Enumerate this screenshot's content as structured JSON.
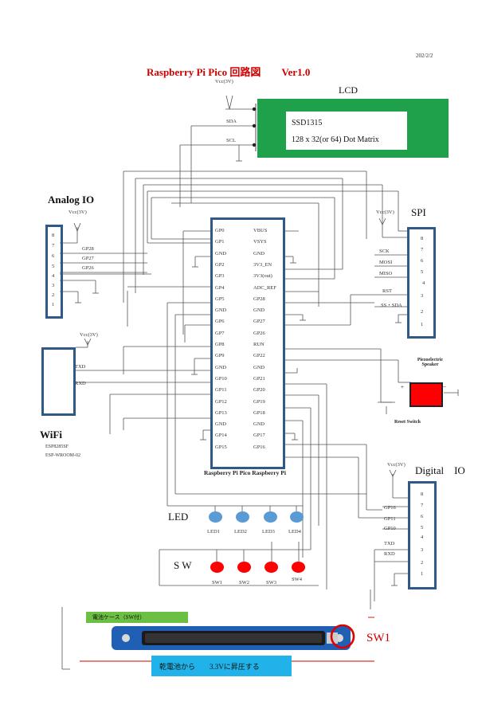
{
  "date": "202/2/2",
  "title": "Raspberry Pi Pico 回路図　　Ver1.0",
  "lcd": {
    "label": "LCD",
    "vcc": "Vcc(3V)",
    "line1": "SSD1315",
    "line2": "128 x 32(or 64) Dot Matrix",
    "pins": [
      "SDA",
      "SCL"
    ]
  },
  "analog": {
    "label": "Analog IO",
    "vcc": "Vcc(3V)",
    "pin_numbers": [
      "8",
      "7",
      "6",
      "5",
      "4",
      "3",
      "2",
      "1"
    ],
    "signals": [
      "GP28",
      "GP27",
      "GP26"
    ]
  },
  "wifi": {
    "label": "WiFi",
    "vcc": "Vcc(3V)",
    "pins": [
      "TXD",
      "RXD"
    ],
    "sub1": "ESP8285SF",
    "sub2": "ESP-WROOM-02"
  },
  "pico": {
    "caption": "Raspberry Pi Pico Raspberry Pi",
    "left_pins": [
      "GP0",
      "GP1",
      "GND",
      "GP2",
      "GP3",
      "GP4",
      "GP5",
      "GND",
      "GP6",
      "GP7",
      "GP8",
      "GP9",
      "GND",
      "GP10",
      "GP11",
      "GP12",
      "GP13",
      "GND",
      "GP14",
      "GP15"
    ],
    "right_pins": [
      "VBUS",
      "VSYS",
      "GND",
      "3V3_EN",
      "3V3(out)",
      "ADC_REF",
      "GP28",
      "GND",
      "GP27",
      "GP26",
      "RUN",
      "GP22",
      "GND",
      "GP21",
      "GP20",
      "GP19",
      "GP18",
      "GND",
      "GP17",
      "GP16"
    ]
  },
  "spi": {
    "label": "SPI",
    "vcc": "Vcc(3V)",
    "pin_numbers": [
      "8",
      "7",
      "6",
      "5",
      "4",
      "3",
      "2",
      "1"
    ],
    "signals": [
      "SCK",
      "MOSI",
      "MISO",
      "RST",
      "SS・SDA"
    ]
  },
  "speaker": {
    "label": "Piezoelectric Speaker"
  },
  "reset": {
    "label": "Reset Switch"
  },
  "digital": {
    "label": "Digital　IO",
    "vcc": "Vcc(3V)",
    "pin_numbers": [
      "8",
      "7",
      "6",
      "5",
      "4",
      "3",
      "2",
      "1"
    ],
    "signals": [
      "GP16",
      "GP11",
      "GP10",
      "TXD",
      "RXD"
    ]
  },
  "leds": {
    "label": "LED",
    "items": [
      "LED1",
      "LED2",
      "LED3",
      "LED4"
    ],
    "color": "#5b9bd5"
  },
  "switches": {
    "label": "S W",
    "items": [
      "SW1",
      "SW2",
      "SW3",
      "SW4"
    ],
    "color": "#ff0000"
  },
  "battery": {
    "note": "電池ケース（SW付）",
    "caption": "乾電池から　　3.3Vに昇圧する",
    "sw_label": "SW1"
  },
  "colors": {
    "lcd_green": "#1fa04a",
    "box_blue": "#2f5a88",
    "title_red": "#d00000",
    "caption_cyan": "#20b2e8",
    "note_green": "#6bbf43"
  }
}
